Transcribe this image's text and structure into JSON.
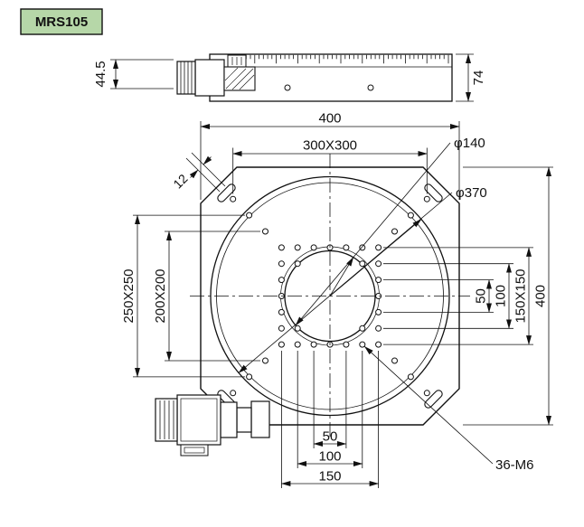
{
  "model_label": "MRS105",
  "colors": {
    "label_bg": "#b6d7a8",
    "line": "#111111"
  },
  "side_view": {
    "dim_height": "44.5",
    "dim_total_height": "74"
  },
  "top_view": {
    "dim_width_top": "400",
    "dim_height_right": "400",
    "dim_pattern_300": "300X300",
    "dim_pattern_250": "250X250",
    "dim_pattern_200": "200X200",
    "dim_pattern_150": "150X150",
    "dim_aperture": "φ140",
    "dim_table": "φ370",
    "dim_chamfer_slot": "12",
    "dim_right_50": "50",
    "dim_right_100": "100",
    "dim_bottom_50": "50",
    "dim_bottom_100": "100",
    "dim_bottom_150": "150",
    "hole_callout": "36-M6"
  }
}
